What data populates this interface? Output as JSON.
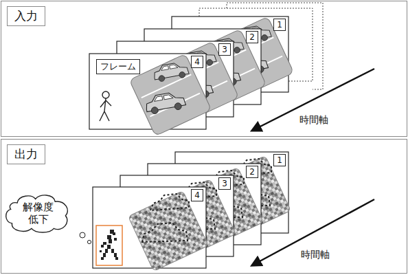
{
  "diagram": {
    "nodes": [
      {
        "text": [
          "入力"
        ]
      },
      {
        "text": [
          "フレーム"
        ]
      },
      {
        "text": [
          "1"
        ]
      },
      {
        "text": [
          "2"
        ]
      },
      {
        "text": [
          "3"
        ]
      },
      {
        "text": [
          "4"
        ]
      },
      {
        "text": [
          "出力"
        ]
      },
      {
        "text": [
          "解像度 低下"
        ]
      },
      {
        "text": [
          "1"
        ]
      },
      {
        "text": [
          "2"
        ]
      },
      {
        "text": [
          "3"
        ]
      },
      {
        "text": [
          "4"
        ]
      }
    ],
    "labels": [
      "時間軸",
      "時間軸"
    ]
  }
}
